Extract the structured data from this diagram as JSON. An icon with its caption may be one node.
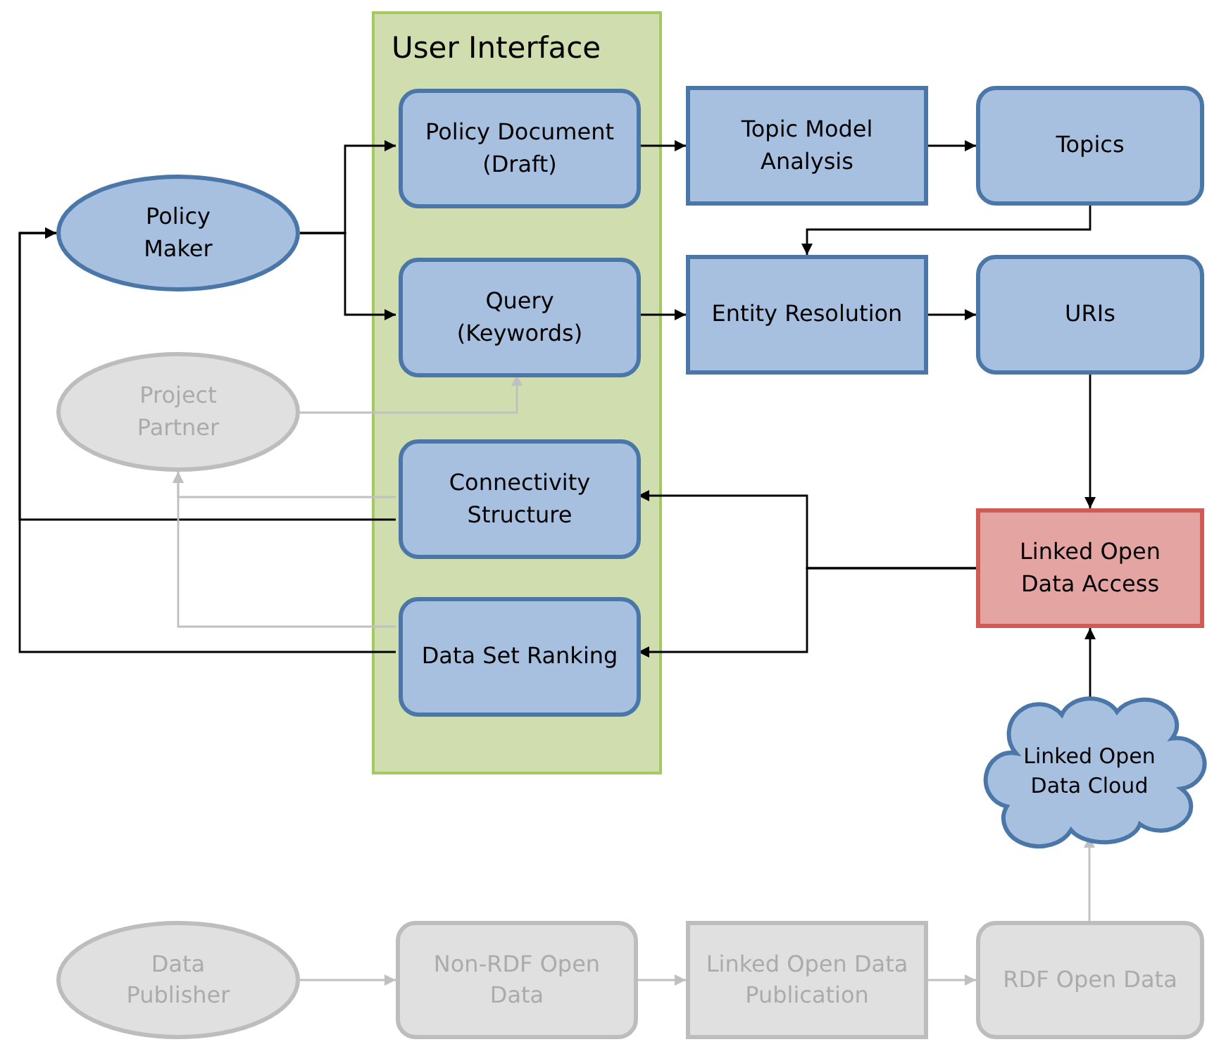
{
  "diagram": {
    "nodes": [
      {
        "text": [
          "User Interface"
        ]
      },
      {
        "text": [
          "Policy Document (Draft)"
        ],
        "in": 0
      },
      {
        "text": [
          "Query (Keywords)"
        ],
        "in": 0
      },
      {
        "text": [
          "Connectivity Structure"
        ],
        "in": 0
      },
      {
        "text": [
          "Data Set Ranking"
        ],
        "in": 0
      },
      {
        "text": [
          "Policy Maker"
        ]
      },
      {
        "text": [
          "Project Partner"
        ]
      },
      {
        "text": [
          "Topic Model Analysis"
        ]
      },
      {
        "text": [
          "Topics"
        ]
      },
      {
        "text": [
          "Entity Resolution"
        ]
      },
      {
        "text": [
          "URIs"
        ]
      },
      {
        "text": [
          "Linked Open Data Access"
        ]
      },
      {
        "text": [
          "Linked Open Data Cloud"
        ]
      },
      {
        "text": [
          "Data Publisher"
        ]
      },
      {
        "text": [
          "Non-RDF Open Data"
        ]
      },
      {
        "text": [
          "Linked Open Data Publication"
        ]
      },
      {
        "text": [
          "RDF Open Data"
        ]
      }
    ],
    "edges": [
      {
        "from": 5,
        "to": 1,
        "arrow": "to"
      },
      {
        "from": 5,
        "to": 2,
        "arrow": "to"
      },
      {
        "from": 1,
        "to": 7,
        "arrow": "to"
      },
      {
        "from": 7,
        "to": 8,
        "arrow": "to"
      },
      {
        "from": 8,
        "to": 9,
        "arrow": "to"
      },
      {
        "from": 2,
        "to": 9,
        "arrow": "to"
      },
      {
        "from": 9,
        "to": 10,
        "arrow": "to"
      },
      {
        "from": 10,
        "to": 11,
        "arrow": "to"
      },
      {
        "from": 12,
        "to": 11,
        "arrow": "to"
      },
      {
        "from": 11,
        "to": 3,
        "arrow": "to"
      },
      {
        "from": 11,
        "to": 4,
        "arrow": "to"
      },
      {
        "from": 3,
        "to": 5,
        "arrow": "to"
      },
      {
        "from": 4,
        "to": 5,
        "arrow": "to"
      },
      {
        "from": 6,
        "to": 2,
        "arrow": "to",
        "color": "#c0c0c0"
      },
      {
        "from": 3,
        "to": 6,
        "arrow": "to",
        "color": "#c0c0c0"
      },
      {
        "from": 4,
        "to": 6,
        "arrow": "to",
        "color": "#c0c0c0"
      },
      {
        "from": 13,
        "to": 14,
        "arrow": "to",
        "color": "#c0c0c0"
      },
      {
        "from": 14,
        "to": 15,
        "arrow": "to",
        "color": "#c0c0c0"
      },
      {
        "from": 15,
        "to": 16,
        "arrow": "to",
        "color": "#c0c0c0"
      },
      {
        "from": 16,
        "to": 12,
        "arrow": "to",
        "color": "#c0c0c0"
      }
    ]
  }
}
